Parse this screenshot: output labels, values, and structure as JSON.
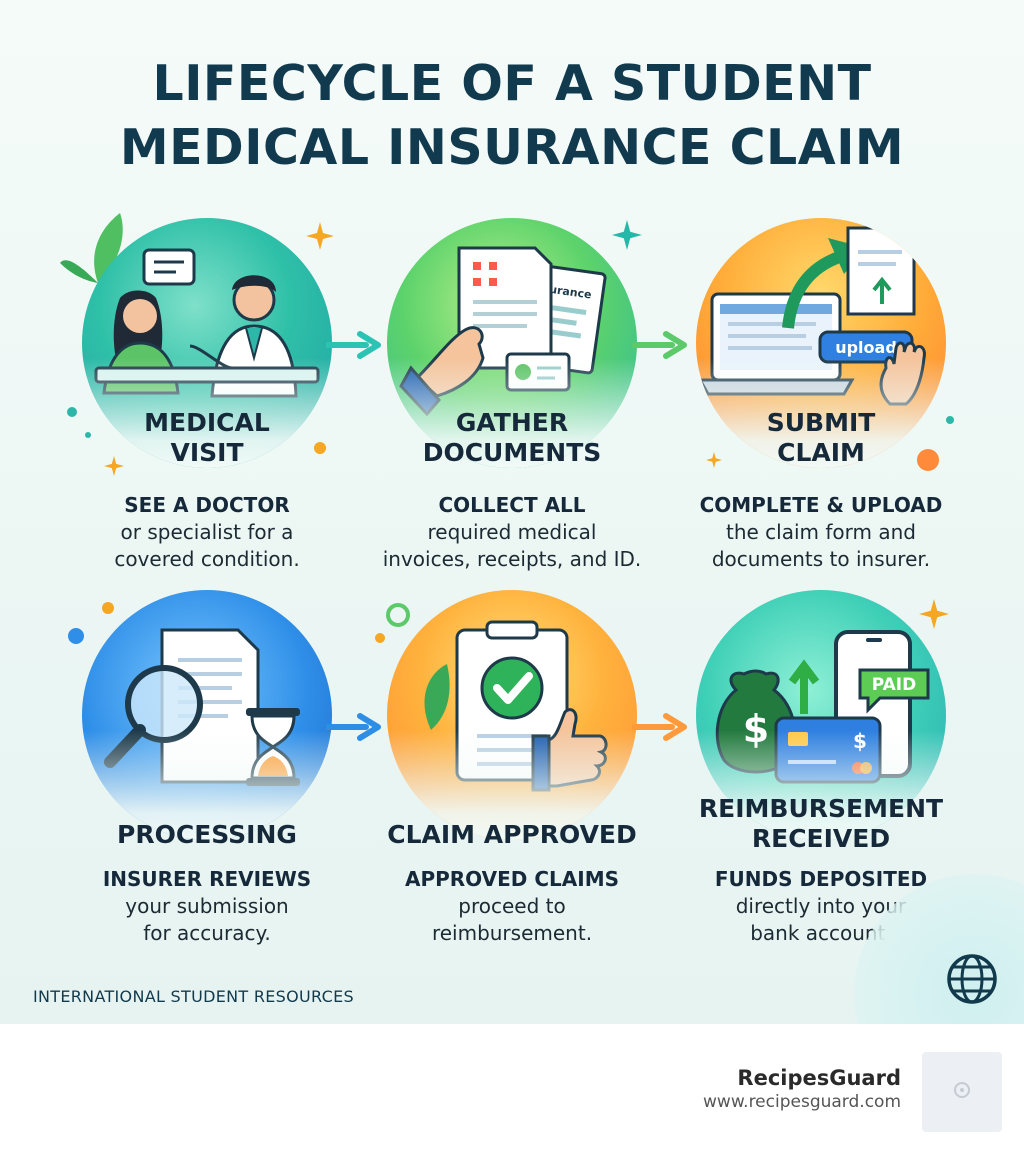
{
  "title": {
    "line1": "LIFECYCLE OF A STUDENT",
    "line2": "MEDICAL INSURANCE CLAIM"
  },
  "steps": [
    {
      "title_line1": "MEDICAL",
      "title_line2": "VISIT",
      "lead": "SEE A DOCTOR",
      "body": "or specialist for a\ncovered condition.",
      "icon": "doctor-consultation-icon",
      "color": "#2fc0a8"
    },
    {
      "title_line1": "GATHER",
      "title_line2": "DOCUMENTS",
      "lead": "COLLECT ALL",
      "body": "required medical\ninvoices, receipts, and ID.",
      "icon": "documents-icon",
      "doc_label": "Insurance",
      "color": "#5ed36b"
    },
    {
      "title_line1": "SUBMIT",
      "title_line2": "CLAIM",
      "lead": "COMPLETE & UPLOAD",
      "body": "the claim form and\ndocuments to insurer.",
      "icon": "upload-icon",
      "button_label": "upload",
      "color": "#ff9a35"
    },
    {
      "title_line1": "PROCESSING",
      "title_line2": "",
      "lead": "INSURER REVIEWS",
      "body": "your submission\nfor accuracy.",
      "icon": "magnifier-hourglass-icon",
      "color": "#2f8fe8"
    },
    {
      "title_line1": "CLAIM APPROVED",
      "title_line2": "",
      "lead": "APPROVED CLAIMS",
      "body": "proceed to\nreimbursement.",
      "icon": "approved-checklist-icon",
      "color": "#ffa23a"
    },
    {
      "title_line1": "REIMBURSEMENT",
      "title_line2": "RECEIVED",
      "lead": "FUNDS DEPOSITED",
      "body": "directly into your\nbank account.",
      "icon": "money-payment-icon",
      "badge_label": "PAID",
      "currency": "$",
      "color": "#3fd0b7"
    }
  ],
  "footer": {
    "label": "INTERNATIONAL STUDENT RESOURCES",
    "icon": "globe-icon"
  },
  "brand": {
    "name": "RecipesGuard",
    "url": "www.recipesguard.com"
  },
  "colors": {
    "title": "#113a4e",
    "arrow_teal": "#2cc3b5",
    "arrow_green": "#5cc96a",
    "arrow_blue": "#2d8ee6",
    "arrow_orange": "#ff9a3c"
  }
}
